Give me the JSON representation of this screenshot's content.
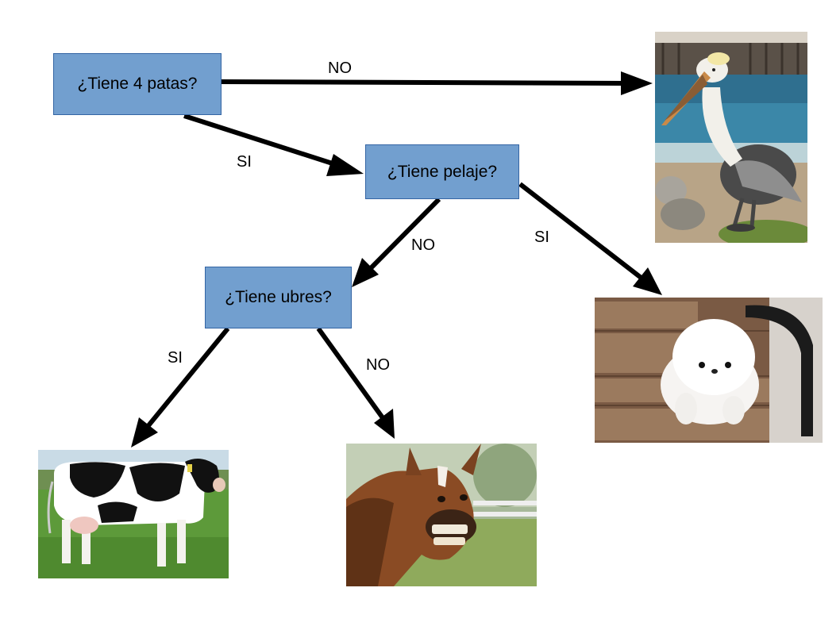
{
  "nodes": {
    "four_legs": "¿Tiene 4 patas?",
    "fur": "¿Tiene pelaje?",
    "udders": "¿Tiene ubres?"
  },
  "edges": {
    "four_legs_no": "NO",
    "four_legs_yes": "SI",
    "fur_no": "NO",
    "fur_yes": "SI",
    "udders_yes": "SI",
    "udders_no": "NO"
  },
  "images": {
    "pelican": "pelican-photo",
    "dog": "pomeranian-photo",
    "cow": "cow-photo",
    "horse": "horse-photo"
  },
  "colors": {
    "node_fill": "#729fcf",
    "node_border": "#3465a4",
    "arrow": "#000000"
  }
}
